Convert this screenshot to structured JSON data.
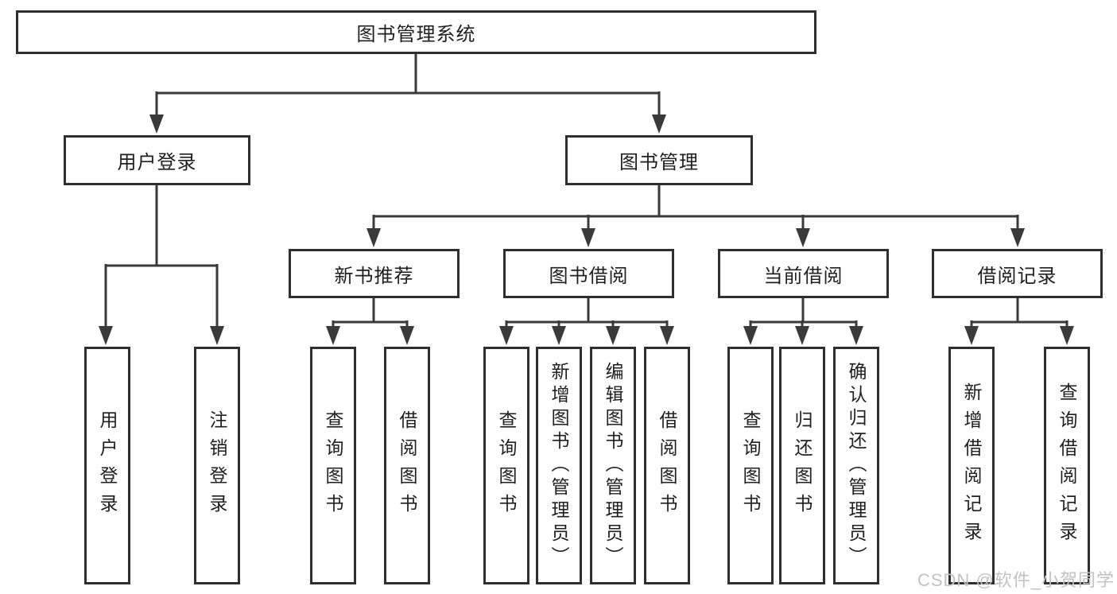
{
  "diagram": {
    "root": {
      "label": "图书管理系统"
    },
    "level2": [
      {
        "label": "用户登录"
      },
      {
        "label": "图书管理"
      }
    ],
    "level3": [
      {
        "label": "新书推荐"
      },
      {
        "label": "图书借阅"
      },
      {
        "label": "当前借阅"
      },
      {
        "label": "借阅记录"
      }
    ],
    "leaves": {
      "user_login": [
        "用户登录",
        "注销登录"
      ],
      "new_book_recommend": [
        "查询图书",
        "借阅图书"
      ],
      "book_borrow": [
        "查询图书",
        "新增图书（管理员）",
        "编辑图书（管理员）",
        "借阅图书"
      ],
      "current_borrow": [
        "查询图书",
        "归还图书",
        "确认归还（管理员）"
      ],
      "borrow_records": [
        "新增借阅记录",
        "查询借阅记录"
      ]
    },
    "watermark": "CSDN @软件_小贺同学",
    "colors": {
      "line": "#3a3a3a",
      "box_border": "#2f2f2f",
      "text": "#1f1f1f",
      "watermark": "#c2c2c2",
      "background": "#ffffff"
    }
  }
}
